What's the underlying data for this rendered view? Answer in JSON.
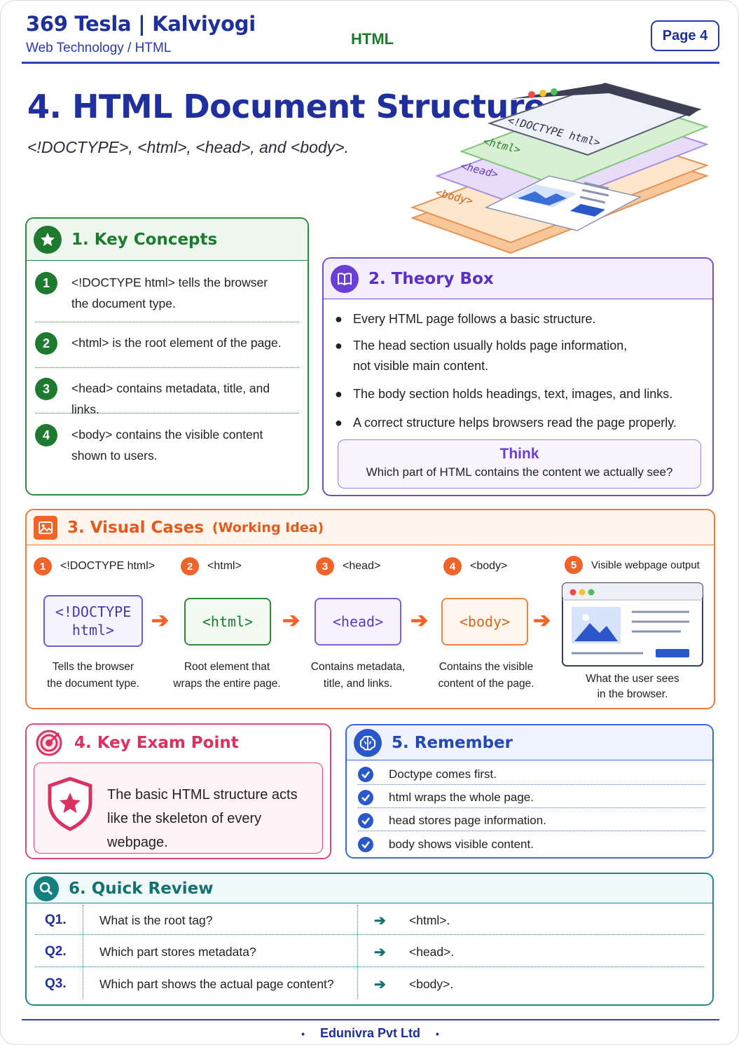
{
  "header": {
    "brand": "369 Tesla | Kalviyogi",
    "breadcrumb": "Web Technology / HTML",
    "subject": "HTML",
    "page_label": "Page 4"
  },
  "title": "4. HTML Document Structure",
  "subtitle": "<!DOCTYPE>, <html>, <head>, and <body>.",
  "illustration": {
    "layers": [
      "<!DOCTYPE html>",
      "<html>",
      "<head>",
      "<body>"
    ]
  },
  "key_concepts": {
    "heading": "1.  Key Concepts",
    "icon": "star-icon",
    "items": [
      {
        "num": "1",
        "text_1": "<!DOCTYPE html> tells the browser",
        "text_2": "the document type."
      },
      {
        "num": "2",
        "text_1": "<html> is the root element of the page.",
        "text_2": ""
      },
      {
        "num": "3",
        "text_1": "<head> contains metadata, title, and links.",
        "text_2": ""
      },
      {
        "num": "4",
        "text_1": "<body> contains the visible content",
        "text_2": "shown to users."
      }
    ]
  },
  "theory": {
    "heading": "2.  Theory Box",
    "icon": "book-icon",
    "bullets": [
      {
        "l1": "Every HTML page follows a basic structure.",
        "l2": ""
      },
      {
        "l1": "The head section usually holds page information,",
        "l2": "not visible main content."
      },
      {
        "l1": "The body section holds headings, text, images, and links.",
        "l2": ""
      },
      {
        "l1": "A correct structure helps browsers read the page properly.",
        "l2": ""
      }
    ],
    "think_title": "Think",
    "think_question": "Which part of HTML contains the content we actually see?"
  },
  "visual_cases": {
    "heading": "3.  Visual Cases",
    "subheading": "(Working Idea)",
    "icon": "image-icon",
    "steps": [
      {
        "num": "1",
        "label": "<!DOCTYPE html>",
        "box_1": "<!DOCTYPE",
        "box_2": "html>",
        "cap_1": "Tells the browser",
        "cap_2": "the document type."
      },
      {
        "num": "2",
        "label": "<html>",
        "box_1": "<html>",
        "box_2": "",
        "cap_1": "Root element that",
        "cap_2": "wraps the entire page."
      },
      {
        "num": "3",
        "label": "<head>",
        "box_1": "<head>",
        "box_2": "",
        "cap_1": "Contains metadata,",
        "cap_2": "title, and links."
      },
      {
        "num": "4",
        "label": "<body>",
        "box_1": "<body>",
        "box_2": "",
        "cap_1": "Contains the visible",
        "cap_2": "content of the page."
      },
      {
        "num": "5",
        "label": "Visible webpage output",
        "box_1": "",
        "box_2": "",
        "cap_1": "What the user sees",
        "cap_2": "in the browser."
      }
    ]
  },
  "exam_point": {
    "heading": "4.  Key Exam Point",
    "icon": "target-icon",
    "line_1": "The basic HTML structure acts",
    "line_2": "like the skeleton of every webpage."
  },
  "remember": {
    "heading": "5.  Remember",
    "icon": "brain-icon",
    "items": [
      "Doctype comes first.",
      "html wraps the whole page.",
      "head stores page information.",
      "body shows visible content."
    ]
  },
  "quick_review": {
    "heading": "6.  Quick Review",
    "icon": "search-icon",
    "rows": [
      {
        "q": "Q1.",
        "question": "What is the root tag?",
        "answer": "<html>."
      },
      {
        "q": "Q2.",
        "question": "Which part stores metadata?",
        "answer": "<head>."
      },
      {
        "q": "Q3.",
        "question": "Which part shows the actual page content?",
        "answer": "<body>."
      }
    ]
  },
  "footer": {
    "company": "Edunivra Pvt Ltd",
    "bullet": "•"
  }
}
